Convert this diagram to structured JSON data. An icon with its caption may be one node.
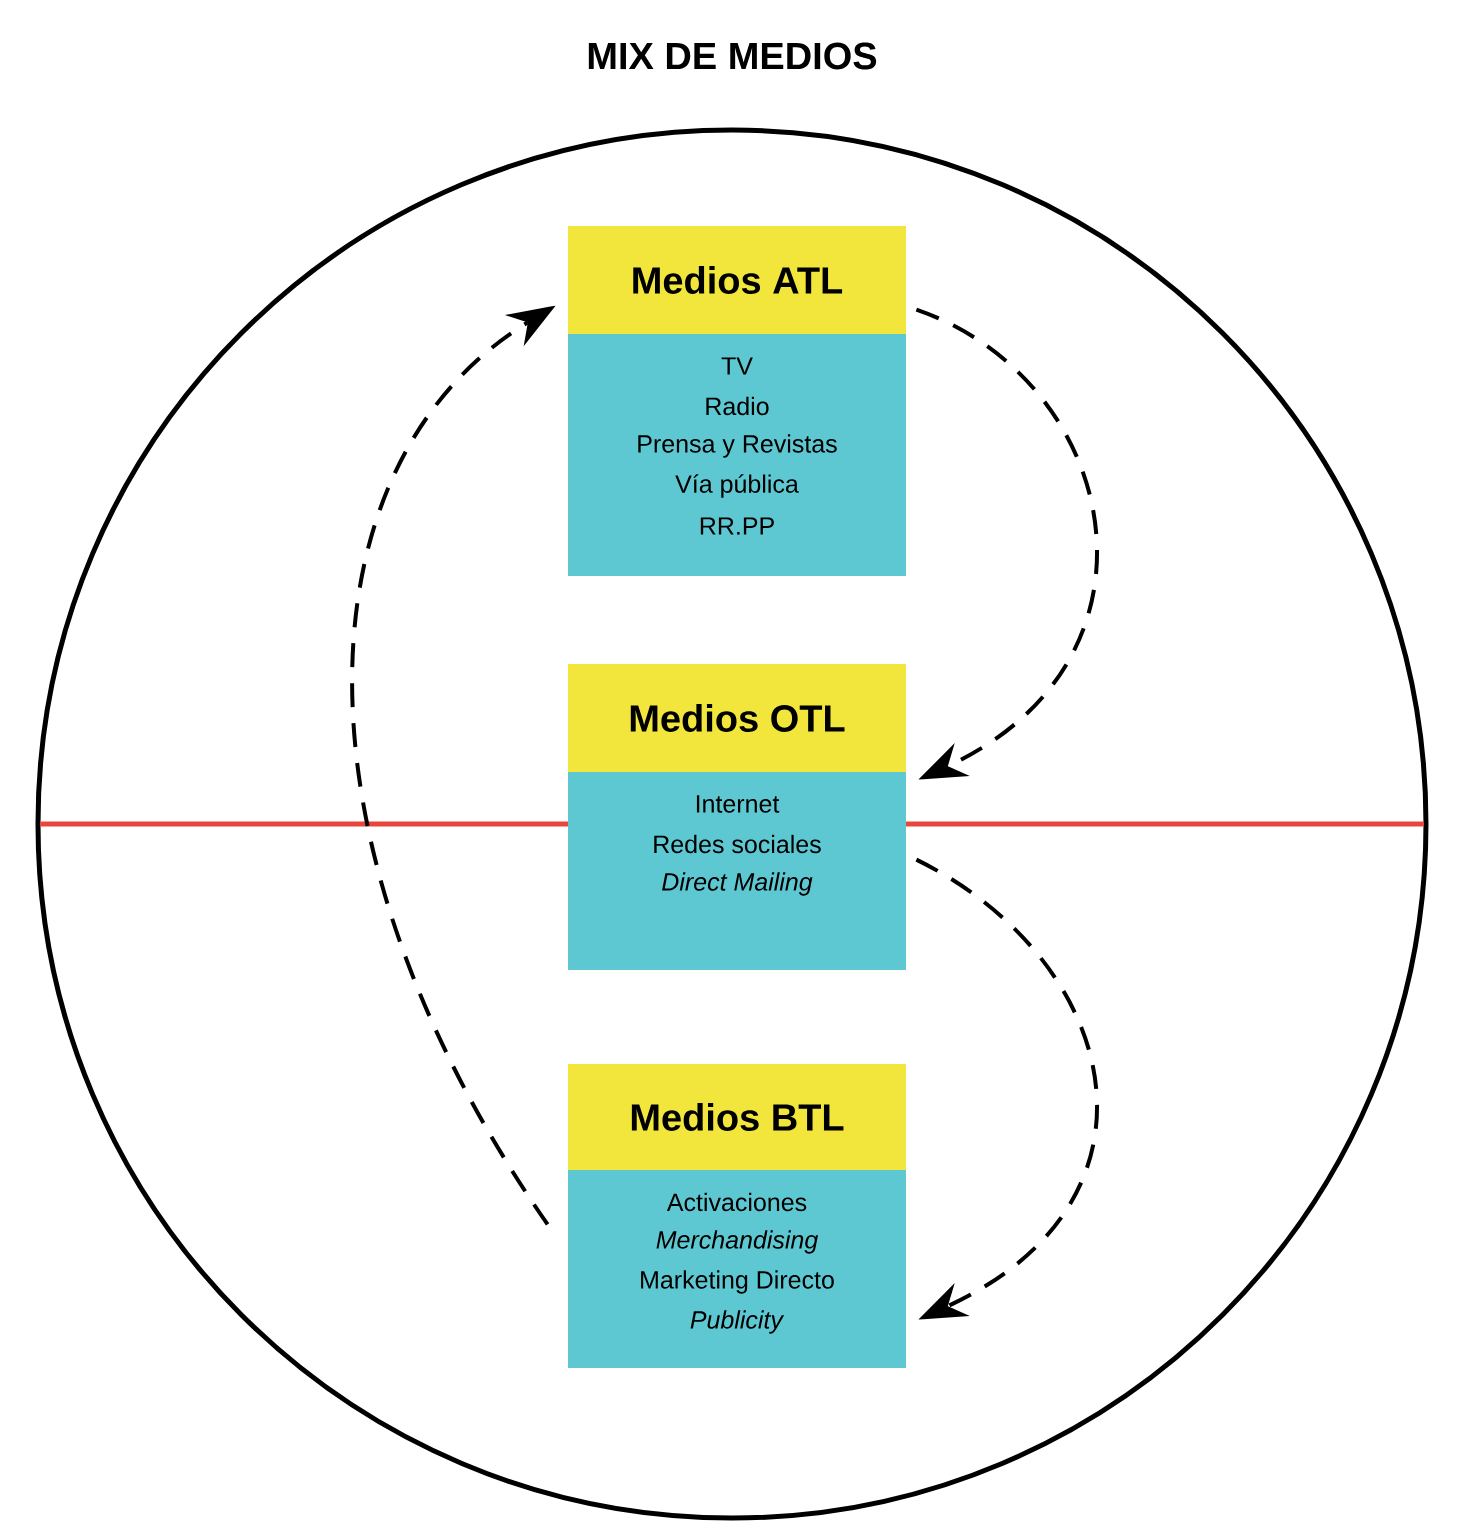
{
  "diagram": {
    "title": "MIX DE MEDIOS",
    "nodes": [
      {
        "text": [
          "Medios ATL",
          "TV",
          "Radio",
          "Prensa y Revistas",
          "Vía pública",
          "RR.PP"
        ]
      },
      {
        "text": [
          "Medios OTL",
          "Internet",
          "Redes sociales",
          "*Direct Mailing*"
        ]
      },
      {
        "text": [
          "Medios BTL",
          "Activaciones",
          "*Merchandising*",
          "Marketing Directo",
          "*Publicity*"
        ]
      }
    ],
    "edges": [
      {
        "from": 0,
        "to": 1,
        "arrow": "to",
        "style": "dashed"
      },
      {
        "from": 1,
        "to": 2,
        "arrow": "to",
        "style": "dashed"
      },
      {
        "from": 2,
        "to": 0,
        "arrow": "to",
        "style": "dashed"
      }
    ]
  }
}
